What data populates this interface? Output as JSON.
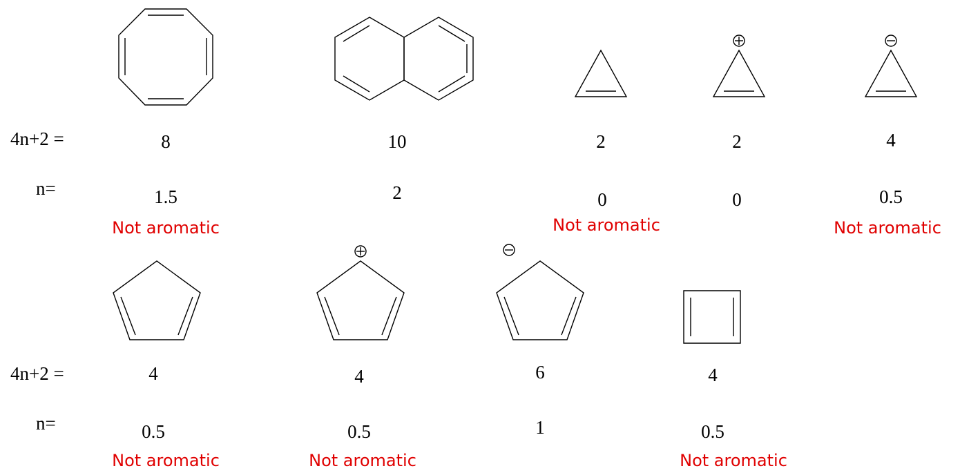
{
  "row_labels": {
    "formula": "4n+2 =",
    "n": "n="
  },
  "verdict_text": "Not aromatic",
  "charges": {
    "cation": "+",
    "anion": "−"
  },
  "rows": [
    {
      "molecules": [
        {
          "id": "cyclooctatetraene",
          "shape": "octagon",
          "electrons": "8",
          "n": "1.5",
          "aromatic": false
        },
        {
          "id": "naphthalene",
          "shape": "fused-hexagons",
          "electrons": "10",
          "n": "2",
          "aromatic": true
        },
        {
          "id": "cyclopropene",
          "shape": "triangle",
          "charge": "none",
          "electrons": "2",
          "n": "0",
          "aromatic": false
        },
        {
          "id": "cyclopropenyl-cation",
          "shape": "triangle",
          "charge": "cation",
          "electrons": "2",
          "n": "0",
          "aromatic": true
        },
        {
          "id": "cyclopropenyl-anion",
          "shape": "triangle",
          "charge": "anion",
          "electrons": "4",
          "n": "0.5",
          "aromatic": false
        }
      ]
    },
    {
      "molecules": [
        {
          "id": "cyclopentadiene",
          "shape": "pentagon",
          "charge": "none",
          "electrons": "4",
          "n": "0.5",
          "aromatic": false
        },
        {
          "id": "cyclopentadienyl-cation",
          "shape": "pentagon",
          "charge": "cation",
          "electrons": "4",
          "n": "0.5",
          "aromatic": false
        },
        {
          "id": "cyclopentadienyl-anion",
          "shape": "pentagon",
          "charge": "anion",
          "electrons": "6",
          "n": "1",
          "aromatic": true
        },
        {
          "id": "cyclobutadiene",
          "shape": "square",
          "electrons": "4",
          "n": "0.5",
          "aromatic": false
        }
      ]
    }
  ],
  "colors": {
    "structure": "#000000",
    "verdict": "#e00000",
    "background": "#ffffff"
  }
}
